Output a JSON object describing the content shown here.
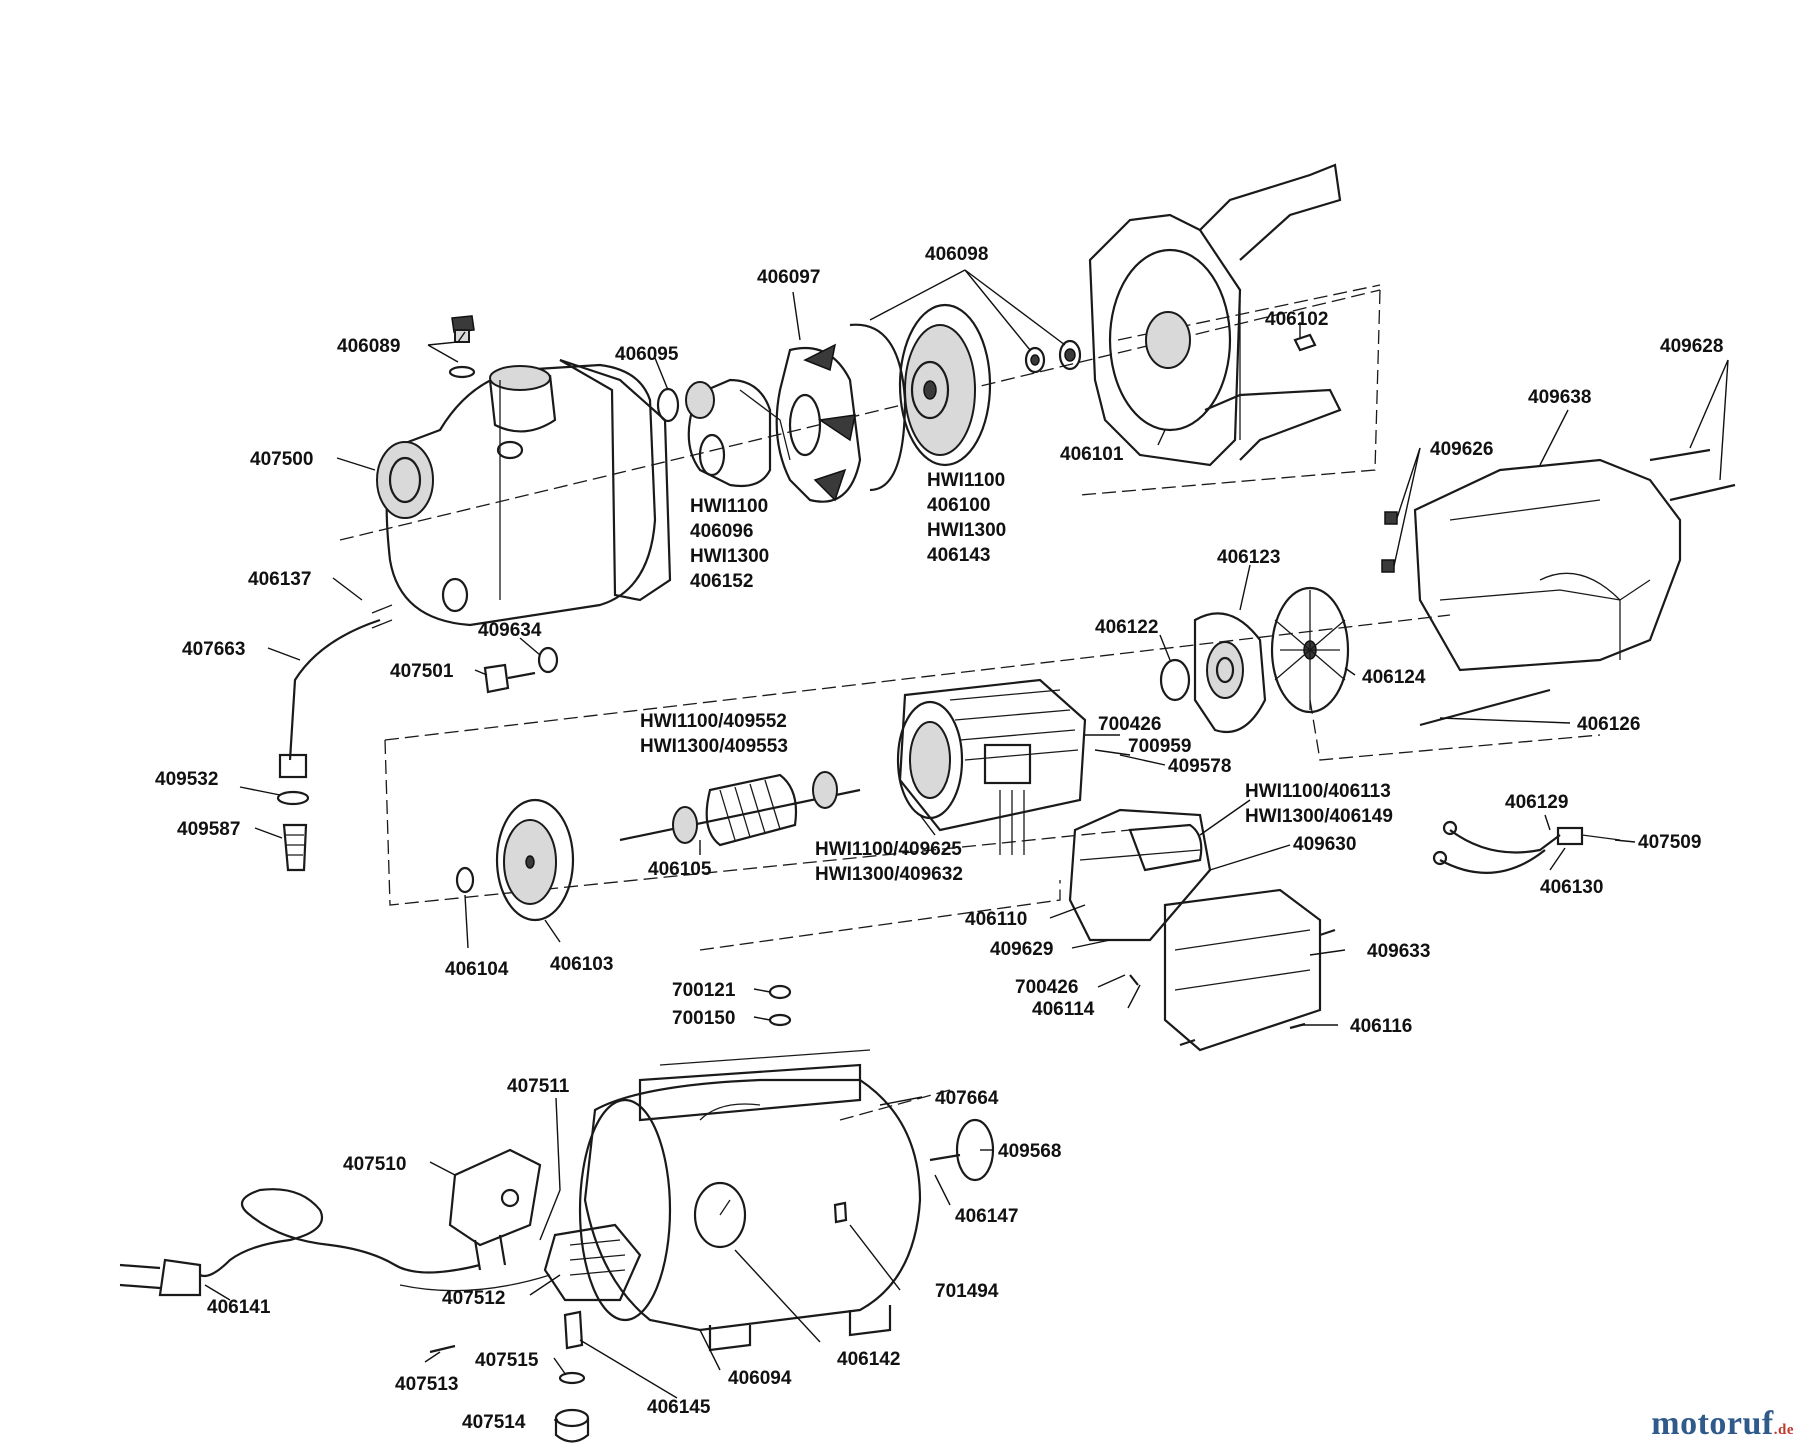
{
  "diagram": {
    "labels": [
      {
        "id": "l406089",
        "text": "406089"
      },
      {
        "id": "l407500",
        "text": "407500"
      },
      {
        "id": "l406095",
        "text": "406095"
      },
      {
        "id": "l406097",
        "text": "406097"
      },
      {
        "id": "l406098",
        "text": "406098"
      },
      {
        "id": "l406102",
        "text": "406102"
      },
      {
        "id": "l406101",
        "text": "406101"
      },
      {
        "id": "l409628",
        "text": "409628"
      },
      {
        "id": "l409638",
        "text": "409638"
      },
      {
        "id": "l409626",
        "text": "409626"
      },
      {
        "id": "lhwi1100a",
        "text": "HWI1100"
      },
      {
        "id": "l406096",
        "text": "406096"
      },
      {
        "id": "lhwi1300a",
        "text": "HWI1300"
      },
      {
        "id": "l406152",
        "text": "406152"
      },
      {
        "id": "lhwi1100b",
        "text": "HWI1100"
      },
      {
        "id": "l406100",
        "text": "406100"
      },
      {
        "id": "lhwi1300b",
        "text": "HWI1300"
      },
      {
        "id": "l406143",
        "text": "406143"
      },
      {
        "id": "l406137",
        "text": "406137"
      },
      {
        "id": "l407663",
        "text": "407663"
      },
      {
        "id": "l409634",
        "text": "409634"
      },
      {
        "id": "l407501",
        "text": "407501"
      },
      {
        "id": "l406123",
        "text": "406123"
      },
      {
        "id": "l406122",
        "text": "406122"
      },
      {
        "id": "l406124",
        "text": "406124"
      },
      {
        "id": "l406126",
        "text": "406126"
      },
      {
        "id": "lhwi409552",
        "text": "HWI1100/409552"
      },
      {
        "id": "lhwi409553",
        "text": "HWI1300/409553"
      },
      {
        "id": "l700426a",
        "text": "700426"
      },
      {
        "id": "l700959",
        "text": "700959"
      },
      {
        "id": "l409578",
        "text": "409578"
      },
      {
        "id": "l409532",
        "text": "409532"
      },
      {
        "id": "l409587",
        "text": "409587"
      },
      {
        "id": "l406105",
        "text": "406105"
      },
      {
        "id": "lhwi409625",
        "text": "HWI1100/409625"
      },
      {
        "id": "lhwi409632",
        "text": "HWI1300/409632"
      },
      {
        "id": "lhwi406113",
        "text": "HWI1100/406113"
      },
      {
        "id": "lhwi406149",
        "text": "HWI1300/406149"
      },
      {
        "id": "l409630",
        "text": "409630"
      },
      {
        "id": "l406129",
        "text": "406129"
      },
      {
        "id": "l407509",
        "text": "407509"
      },
      {
        "id": "l406130",
        "text": "406130"
      },
      {
        "id": "l406110",
        "text": "406110"
      },
      {
        "id": "l409629",
        "text": "409629"
      },
      {
        "id": "l409633",
        "text": "409633"
      },
      {
        "id": "l700426b",
        "text": "700426"
      },
      {
        "id": "l406114",
        "text": "406114"
      },
      {
        "id": "l406116",
        "text": "406116"
      },
      {
        "id": "l406104",
        "text": "406104"
      },
      {
        "id": "l406103",
        "text": "406103"
      },
      {
        "id": "l700121",
        "text": "700121"
      },
      {
        "id": "l700150",
        "text": "700150"
      },
      {
        "id": "l407511",
        "text": "407511"
      },
      {
        "id": "l407664",
        "text": "407664"
      },
      {
        "id": "l407510",
        "text": "407510"
      },
      {
        "id": "l409568",
        "text": "409568"
      },
      {
        "id": "l406147",
        "text": "406147"
      },
      {
        "id": "l701494",
        "text": "701494"
      },
      {
        "id": "l406141",
        "text": "406141"
      },
      {
        "id": "l407512",
        "text": "407512"
      },
      {
        "id": "l406142",
        "text": "406142"
      },
      {
        "id": "l407515",
        "text": "407515"
      },
      {
        "id": "l406094",
        "text": "406094"
      },
      {
        "id": "l407513",
        "text": "407513"
      },
      {
        "id": "l406145",
        "text": "406145"
      },
      {
        "id": "l407514",
        "text": "407514"
      }
    ]
  },
  "watermark": {
    "name": "motoruf",
    "tld": ".de"
  }
}
